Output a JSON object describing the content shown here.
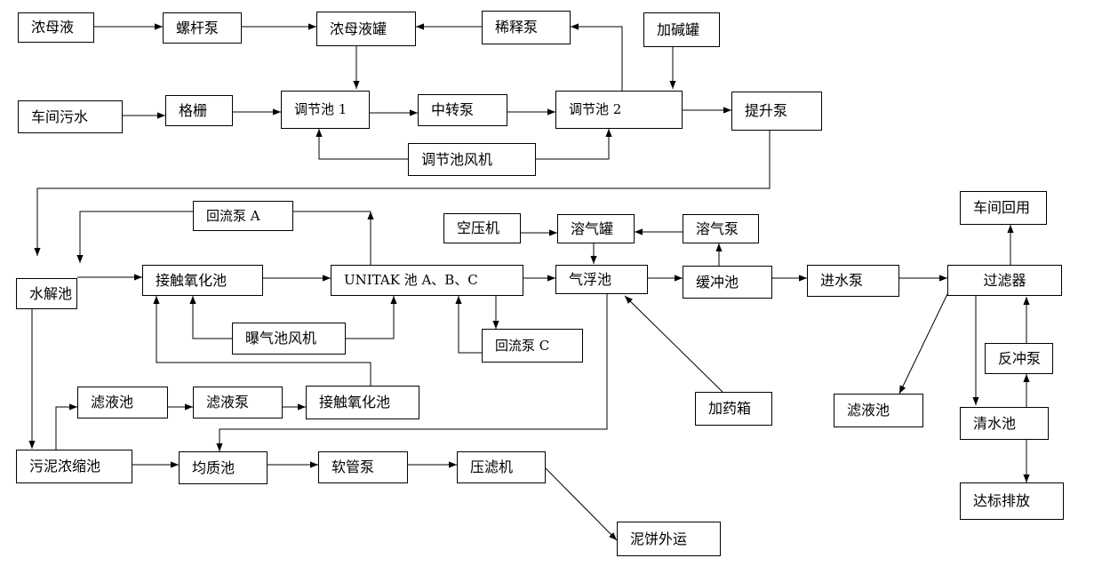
{
  "nodes": {
    "n1": "浓母液",
    "n2": "螺杆泵",
    "n3": "浓母液罐",
    "n4": "稀释泵",
    "n5": "加碱罐",
    "n6": "车间污水",
    "n7": "格栅",
    "n8": "调节池 1",
    "n9": "中转泵",
    "n10": "调节池 2",
    "n11": "提升泵",
    "n12": "调节池风机",
    "n13": "回流泵 A",
    "n14": "空压机",
    "n15": "溶气罐",
    "n16": "溶气泵",
    "n17": "车间回用",
    "n18": "水解池",
    "n19": "接触氧化池",
    "n20": "UNITAK 池 A、B、C",
    "n21": "气浮池",
    "n22": "缓冲池",
    "n23": "进水泵",
    "n24": "过滤器",
    "n25": "曝气池风机",
    "n26": "回流泵 C",
    "n27": "反冲泵",
    "n28": "滤液池",
    "n29": "滤液泵",
    "n30": "接触氧化池",
    "n31": "加药箱",
    "n32": "滤液池",
    "n33": "清水池",
    "n34": "污泥浓缩池",
    "n35": "均质池",
    "n36": "软管泵",
    "n37": "压滤机",
    "n38": "达标排放",
    "n39": "泥饼外运"
  },
  "colors": {
    "stroke": "#000000",
    "background": "#ffffff"
  }
}
